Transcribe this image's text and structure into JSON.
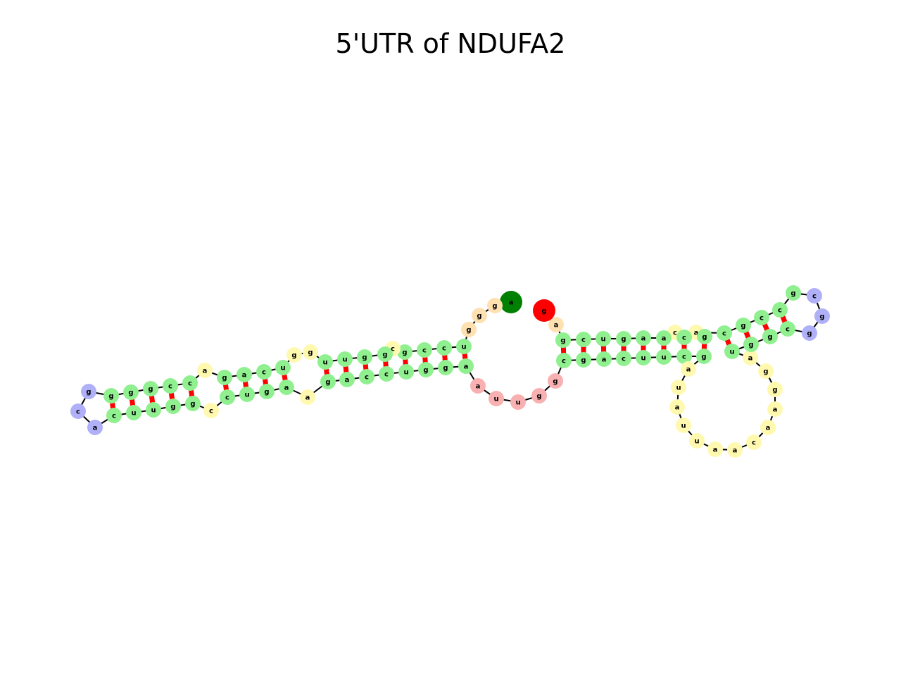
{
  "title": "5'UTR of NDUFA2",
  "colors": {
    "stem": "#90f090",
    "hairpin_loop": "#b0b0f8",
    "interior_loop": "#fff9b0",
    "multi_loop": "#f8b0b0",
    "exterior": "#ffe0b0",
    "five_prime_end": "#008000",
    "three_prime_end": "#ff0000",
    "pair_bond": "#ff0000",
    "backbone": "#000000"
  },
  "nucleotides": [
    {
      "id": "n1",
      "base": "a",
      "region": "five_prime_end"
    },
    {
      "id": "n2",
      "base": "g",
      "region": "exterior"
    },
    {
      "id": "n3",
      "base": "g",
      "region": "exterior"
    },
    {
      "id": "n4",
      "base": "g",
      "region": "exterior"
    },
    {
      "id": "n5",
      "base": "u",
      "region": "stem"
    },
    {
      "id": "n6",
      "base": "c",
      "region": "stem"
    },
    {
      "id": "n7",
      "base": "c",
      "region": "stem"
    },
    {
      "id": "n8",
      "base": "g",
      "region": "stem"
    },
    {
      "id": "n9",
      "base": "c",
      "region": "interior_loop"
    },
    {
      "id": "n10",
      "base": "g",
      "region": "stem"
    },
    {
      "id": "n11",
      "base": "g",
      "region": "stem"
    },
    {
      "id": "n12",
      "base": "u",
      "region": "stem"
    },
    {
      "id": "n13",
      "base": "u",
      "region": "stem"
    },
    {
      "id": "n14",
      "base": "g",
      "region": "interior_loop"
    },
    {
      "id": "n15",
      "base": "g",
      "region": "interior_loop"
    },
    {
      "id": "n16",
      "base": "u",
      "region": "stem"
    },
    {
      "id": "n17",
      "base": "c",
      "region": "stem"
    },
    {
      "id": "n18",
      "base": "a",
      "region": "stem"
    },
    {
      "id": "n19",
      "base": "g",
      "region": "stem"
    },
    {
      "id": "n20",
      "base": "a",
      "region": "interior_loop"
    },
    {
      "id": "n21",
      "base": "c",
      "region": "stem"
    },
    {
      "id": "n22",
      "base": "c",
      "region": "stem"
    },
    {
      "id": "n23",
      "base": "g",
      "region": "stem"
    },
    {
      "id": "n24",
      "base": "g",
      "region": "stem"
    },
    {
      "id": "n25",
      "base": "g",
      "region": "stem"
    },
    {
      "id": "n26",
      "base": "g",
      "region": "hairpin_loop"
    },
    {
      "id": "n27",
      "base": "c",
      "region": "hairpin_loop"
    },
    {
      "id": "n28",
      "base": "a",
      "region": "hairpin_loop"
    },
    {
      "id": "n29",
      "base": "c",
      "region": "stem"
    },
    {
      "id": "n30",
      "base": "u",
      "region": "stem"
    },
    {
      "id": "n31",
      "base": "u",
      "region": "stem"
    },
    {
      "id": "n32",
      "base": "g",
      "region": "stem"
    },
    {
      "id": "n33",
      "base": "g",
      "region": "stem"
    },
    {
      "id": "n34",
      "base": "c",
      "region": "interior_loop"
    },
    {
      "id": "n35",
      "base": "c",
      "region": "stem"
    },
    {
      "id": "n36",
      "base": "u",
      "region": "stem"
    },
    {
      "id": "n37",
      "base": "g",
      "region": "stem"
    },
    {
      "id": "n38",
      "base": "a",
      "region": "stem"
    },
    {
      "id": "n39",
      "base": "a",
      "region": "interior_loop"
    },
    {
      "id": "n40",
      "base": "g",
      "region": "stem"
    },
    {
      "id": "n41",
      "base": "a",
      "region": "stem"
    },
    {
      "id": "n42",
      "base": "c",
      "region": "stem"
    },
    {
      "id": "n43",
      "base": "c",
      "region": "stem"
    },
    {
      "id": "n44",
      "base": "u",
      "region": "stem"
    },
    {
      "id": "n45",
      "base": "g",
      "region": "stem"
    },
    {
      "id": "n46",
      "base": "g",
      "region": "stem"
    },
    {
      "id": "n47",
      "base": "a",
      "region": "stem"
    },
    {
      "id": "n48",
      "base": "a",
      "region": "multi_loop"
    },
    {
      "id": "n49",
      "base": "u",
      "region": "multi_loop"
    },
    {
      "id": "n50",
      "base": "u",
      "region": "multi_loop"
    },
    {
      "id": "n51",
      "base": "g",
      "region": "multi_loop"
    },
    {
      "id": "n52",
      "base": "g",
      "region": "multi_loop"
    },
    {
      "id": "n53",
      "base": "c",
      "region": "stem"
    },
    {
      "id": "n54",
      "base": "g",
      "region": "stem"
    },
    {
      "id": "n55",
      "base": "a",
      "region": "stem"
    },
    {
      "id": "n56",
      "base": "c",
      "region": "stem"
    },
    {
      "id": "n57",
      "base": "u",
      "region": "stem"
    },
    {
      "id": "n58",
      "base": "u",
      "region": "stem"
    },
    {
      "id": "n59",
      "base": "c",
      "region": "stem"
    },
    {
      "id": "n60",
      "base": "g",
      "region": "stem"
    },
    {
      "id": "n61",
      "base": "a",
      "region": "interior_loop"
    },
    {
      "id": "n62",
      "base": "u",
      "region": "interior_loop"
    },
    {
      "id": "n63",
      "base": "a",
      "region": "interior_loop"
    },
    {
      "id": "n64",
      "base": "u",
      "region": "interior_loop"
    },
    {
      "id": "n65",
      "base": "u",
      "region": "interior_loop"
    },
    {
      "id": "n66",
      "base": "a",
      "region": "interior_loop"
    },
    {
      "id": "n67",
      "base": "a",
      "region": "interior_loop"
    },
    {
      "id": "n68",
      "base": "c",
      "region": "interior_loop"
    },
    {
      "id": "n69",
      "base": "a",
      "region": "interior_loop"
    },
    {
      "id": "n70",
      "base": "a",
      "region": "interior_loop"
    },
    {
      "id": "n71",
      "base": "g",
      "region": "interior_loop"
    },
    {
      "id": "n72",
      "base": "g",
      "region": "interior_loop"
    },
    {
      "id": "n73",
      "base": "a",
      "region": "interior_loop"
    },
    {
      "id": "n74",
      "base": "u",
      "region": "stem"
    },
    {
      "id": "n75",
      "base": "g",
      "region": "stem"
    },
    {
      "id": "n76",
      "base": "g",
      "region": "stem"
    },
    {
      "id": "n77",
      "base": "c",
      "region": "stem"
    },
    {
      "id": "n78",
      "base": "g",
      "region": "hairpin_loop"
    },
    {
      "id": "n79",
      "base": "g",
      "region": "hairpin_loop"
    },
    {
      "id": "n80",
      "base": "c",
      "region": "hairpin_loop"
    },
    {
      "id": "n81",
      "base": "g",
      "region": "stem"
    },
    {
      "id": "n82",
      "base": "c",
      "region": "stem"
    },
    {
      "id": "n83",
      "base": "c",
      "region": "stem"
    },
    {
      "id": "n84",
      "base": "g",
      "region": "stem"
    },
    {
      "id": "n85",
      "base": "c",
      "region": "stem"
    },
    {
      "id": "n86",
      "base": "a",
      "region": "interior_loop"
    },
    {
      "id": "n87",
      "base": "c",
      "region": "interior_loop"
    },
    {
      "id": "n88",
      "base": "g",
      "region": "stem"
    },
    {
      "id": "n89",
      "base": "c",
      "region": "stem"
    },
    {
      "id": "n90",
      "base": "a",
      "region": "stem"
    },
    {
      "id": "n91",
      "base": "a",
      "region": "stem"
    },
    {
      "id": "n92",
      "base": "g",
      "region": "stem"
    },
    {
      "id": "n93",
      "base": "u",
      "region": "stem"
    },
    {
      "id": "n94",
      "base": "c",
      "region": "stem"
    },
    {
      "id": "n95",
      "base": "g",
      "region": "stem"
    },
    {
      "id": "n96",
      "base": "a",
      "region": "exterior"
    },
    {
      "id": "n97",
      "base": "g",
      "region": "three_prime_end"
    }
  ],
  "pairs": [
    [
      5,
      47
    ],
    [
      6,
      46
    ],
    [
      7,
      45
    ],
    [
      8,
      44
    ],
    [
      10,
      43
    ],
    [
      11,
      42
    ],
    [
      12,
      41
    ],
    [
      13,
      40
    ],
    [
      16,
      38
    ],
    [
      17,
      37
    ],
    [
      18,
      36
    ],
    [
      19,
      35
    ],
    [
      21,
      33
    ],
    [
      22,
      32
    ],
    [
      23,
      31
    ],
    [
      24,
      30
    ],
    [
      25,
      29
    ],
    [
      53,
      95
    ],
    [
      54,
      94
    ],
    [
      55,
      93
    ],
    [
      56,
      92
    ],
    [
      57,
      91
    ],
    [
      58,
      90
    ],
    [
      59,
      89
    ],
    [
      60,
      88
    ],
    [
      85,
      74
    ],
    [
      84,
      75
    ],
    [
      83,
      76
    ],
    [
      82,
      77
    ]
  ]
}
